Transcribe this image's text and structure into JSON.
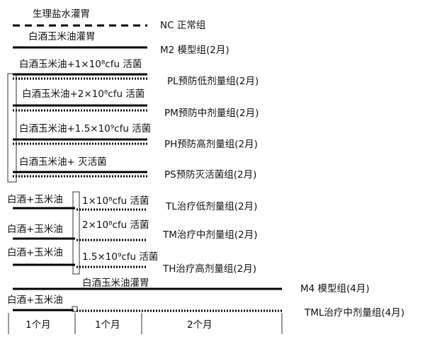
{
  "groups": {
    "nc": {
      "line": "生理盐水灌胃",
      "name": "NC 正常组"
    },
    "m2": {
      "line": "白酒玉米油灌胃",
      "name": "M2 模型组(2月)"
    },
    "pl": {
      "line": "白酒玉米油+1×10⁸cfu 活菌",
      "name": "PL预防低剂量组(2月)"
    },
    "pm": {
      "line": "白酒玉米油+2×10⁸cfu 活菌",
      "name": "PM预防中剂量组(2月)"
    },
    "ph": {
      "line": "白酒玉米油+1.5×10⁹cfu 活菌",
      "name": "PH预防高剂量组(2月)"
    },
    "ps": {
      "line": "白酒玉米油+ 灭活菌",
      "name": "PS预防灭活菌组(2月)"
    },
    "tl": {
      "pre": "白酒+玉米油",
      "dose": "1×10⁸cfu 活菌",
      "name": "TL治疗低剂量组(2月)"
    },
    "tm": {
      "pre": "白酒+玉米油",
      "dose": "2×10⁸cfu 活菌",
      "name": "TM治疗中剂量组(2月)"
    },
    "th": {
      "pre": "白酒+玉米油",
      "dose": "1.5×10⁹cfu 活菌",
      "name": "TH治疗高剂量组(2月)"
    },
    "m4": {
      "line": "白酒玉米油灌胃",
      "name": "M4 模型组(4月)"
    },
    "tml": {
      "pre": "白酒+玉米油",
      "name": "TML治疗中剂量组(4月)"
    }
  },
  "timeline": [
    "1个月",
    "1个月",
    "2个月"
  ]
}
